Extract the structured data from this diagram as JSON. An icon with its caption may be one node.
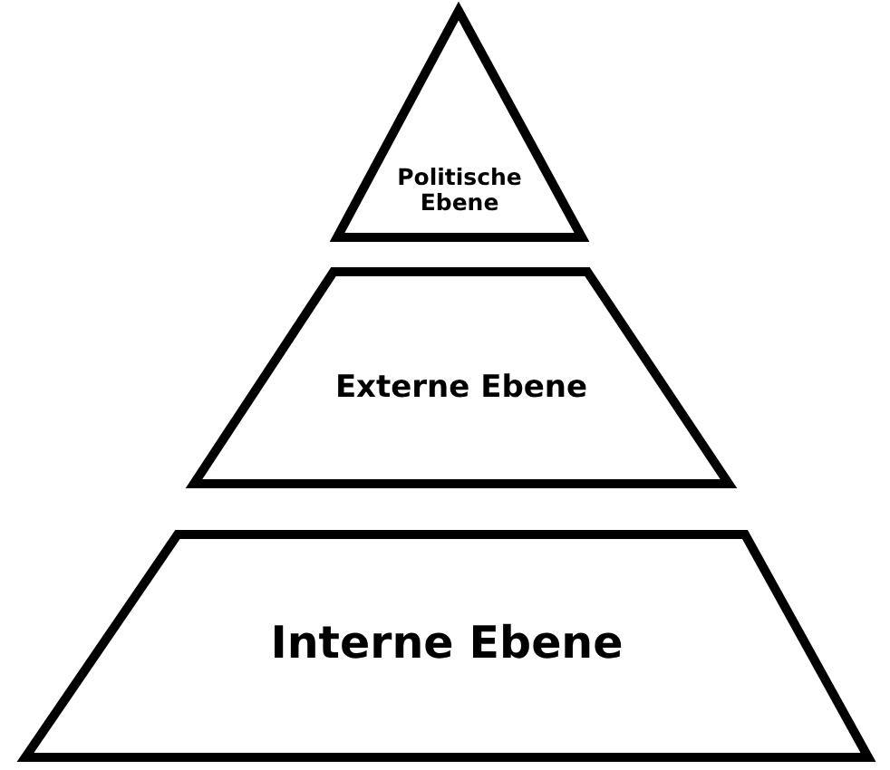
{
  "diagram": {
    "nodes": [
      {
        "text": [
          "Politische Ebene"
        ]
      },
      {
        "text": [
          "Externe Ebene"
        ]
      },
      {
        "text": [
          "Interne Ebene"
        ]
      }
    ]
  }
}
